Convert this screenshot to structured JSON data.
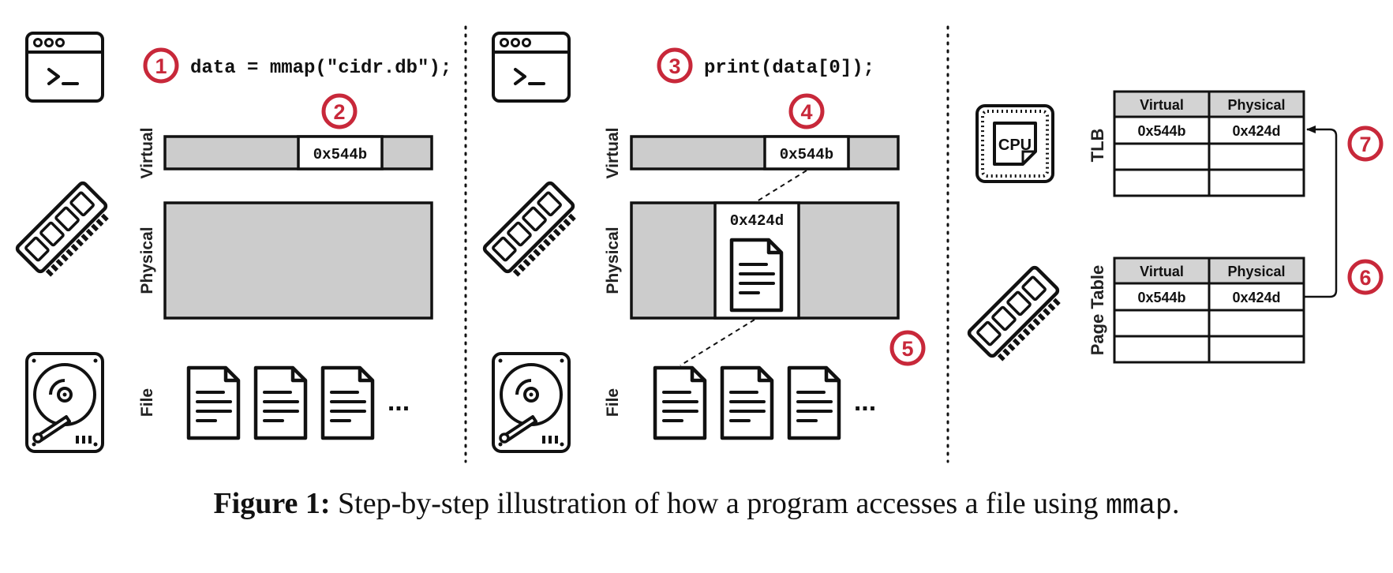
{
  "panel1": {
    "step_1": "1",
    "code": "data = mmap(\"cidr.db\");",
    "step_2": "2",
    "virtual_label": "Virtual",
    "physical_label": "Physical",
    "file_label": "File",
    "virtual_address": "0x544b",
    "ellipsis": "..."
  },
  "panel2": {
    "step_3": "3",
    "code": "print(data[0]);",
    "step_4": "4",
    "step_5": "5",
    "virtual_label": "Virtual",
    "physical_label": "Physical",
    "file_label": "File",
    "virtual_address": "0x544b",
    "physical_address": "0x424d",
    "ellipsis": "..."
  },
  "panel3": {
    "cpu_label": "CPU",
    "tlb_label": "TLB",
    "page_table_label": "Page Table",
    "step_6": "6",
    "step_7": "7",
    "tlb_headers": [
      "Virtual",
      "Physical"
    ],
    "tlb_row": [
      "0x544b",
      "0x424d"
    ],
    "pt_headers": [
      "Virtual",
      "Physical"
    ],
    "pt_row": [
      "0x544b",
      "0x424d"
    ]
  },
  "caption": {
    "label": "Figure 1:",
    "text": " Step-by-step illustration of how a program accesses a file using ",
    "code": "mmap",
    "end": "."
  },
  "colors": {
    "accent": "#c8283a",
    "gray_fill": "#cccccc",
    "header_fill": "#d3d3d3",
    "stroke": "#111111"
  }
}
